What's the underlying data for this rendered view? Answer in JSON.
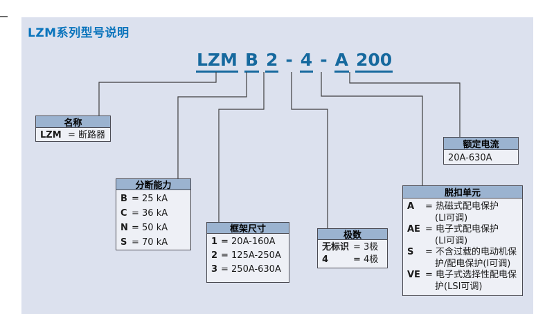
{
  "title": "LZM系列型号说明",
  "code": {
    "t0": "LZM",
    "t1": "B",
    "t2": "2",
    "d1": "-",
    "t3": "4",
    "d2": "-",
    "t4": "A",
    "t5": "200"
  },
  "boxes": {
    "name": {
      "title": "名称",
      "rows": [
        {
          "code": "LZM",
          "desc": "= 断路器"
        }
      ]
    },
    "breaking": {
      "title": "分断能力",
      "rows": [
        {
          "code": "B",
          "desc": "= 25 kA"
        },
        {
          "code": "C",
          "desc": "= 36 kA"
        },
        {
          "code": "N",
          "desc": "= 50 kA"
        },
        {
          "code": "S",
          "desc": "= 70 kA"
        }
      ]
    },
    "frame": {
      "title": "框架尺寸",
      "rows": [
        {
          "code": "1",
          "desc": "= 20A-160A"
        },
        {
          "code": "2",
          "desc": "= 125A-250A"
        },
        {
          "code": "3",
          "desc": "= 250A-630A"
        }
      ]
    },
    "poles": {
      "title": "极数",
      "rows": [
        {
          "code": "无标识",
          "desc": "= 3极"
        },
        {
          "code": "4",
          "desc": "= 4极"
        }
      ]
    },
    "trip": {
      "title": "脱扣单元",
      "rows": [
        {
          "code": "A",
          "desc": "= 热磁式配电保护",
          "desc2": "(LI可调)"
        },
        {
          "code": "AE",
          "desc": "= 电子式配电保护",
          "desc2": "(LI可调)"
        },
        {
          "code": "S",
          "desc": "= 不含过载的电动机保",
          "desc2": "护/配电保护(I可调)"
        },
        {
          "code": "VE",
          "desc": "= 电子式选择性配电保",
          "desc2": "护(LSI可调)"
        }
      ]
    },
    "current": {
      "title": "额定电流",
      "rows": [
        {
          "desc": "20A-630A"
        }
      ]
    }
  },
  "colors": {
    "title_blue": "#0a74bc",
    "code_blue": "#16699e",
    "panel_bg": "#dce1ee",
    "box_header_bg": "#9bb3d0",
    "box_body_bg": "#eef0f6",
    "box_border": "#4a4a52",
    "connector_line": "#3e3e3e"
  }
}
